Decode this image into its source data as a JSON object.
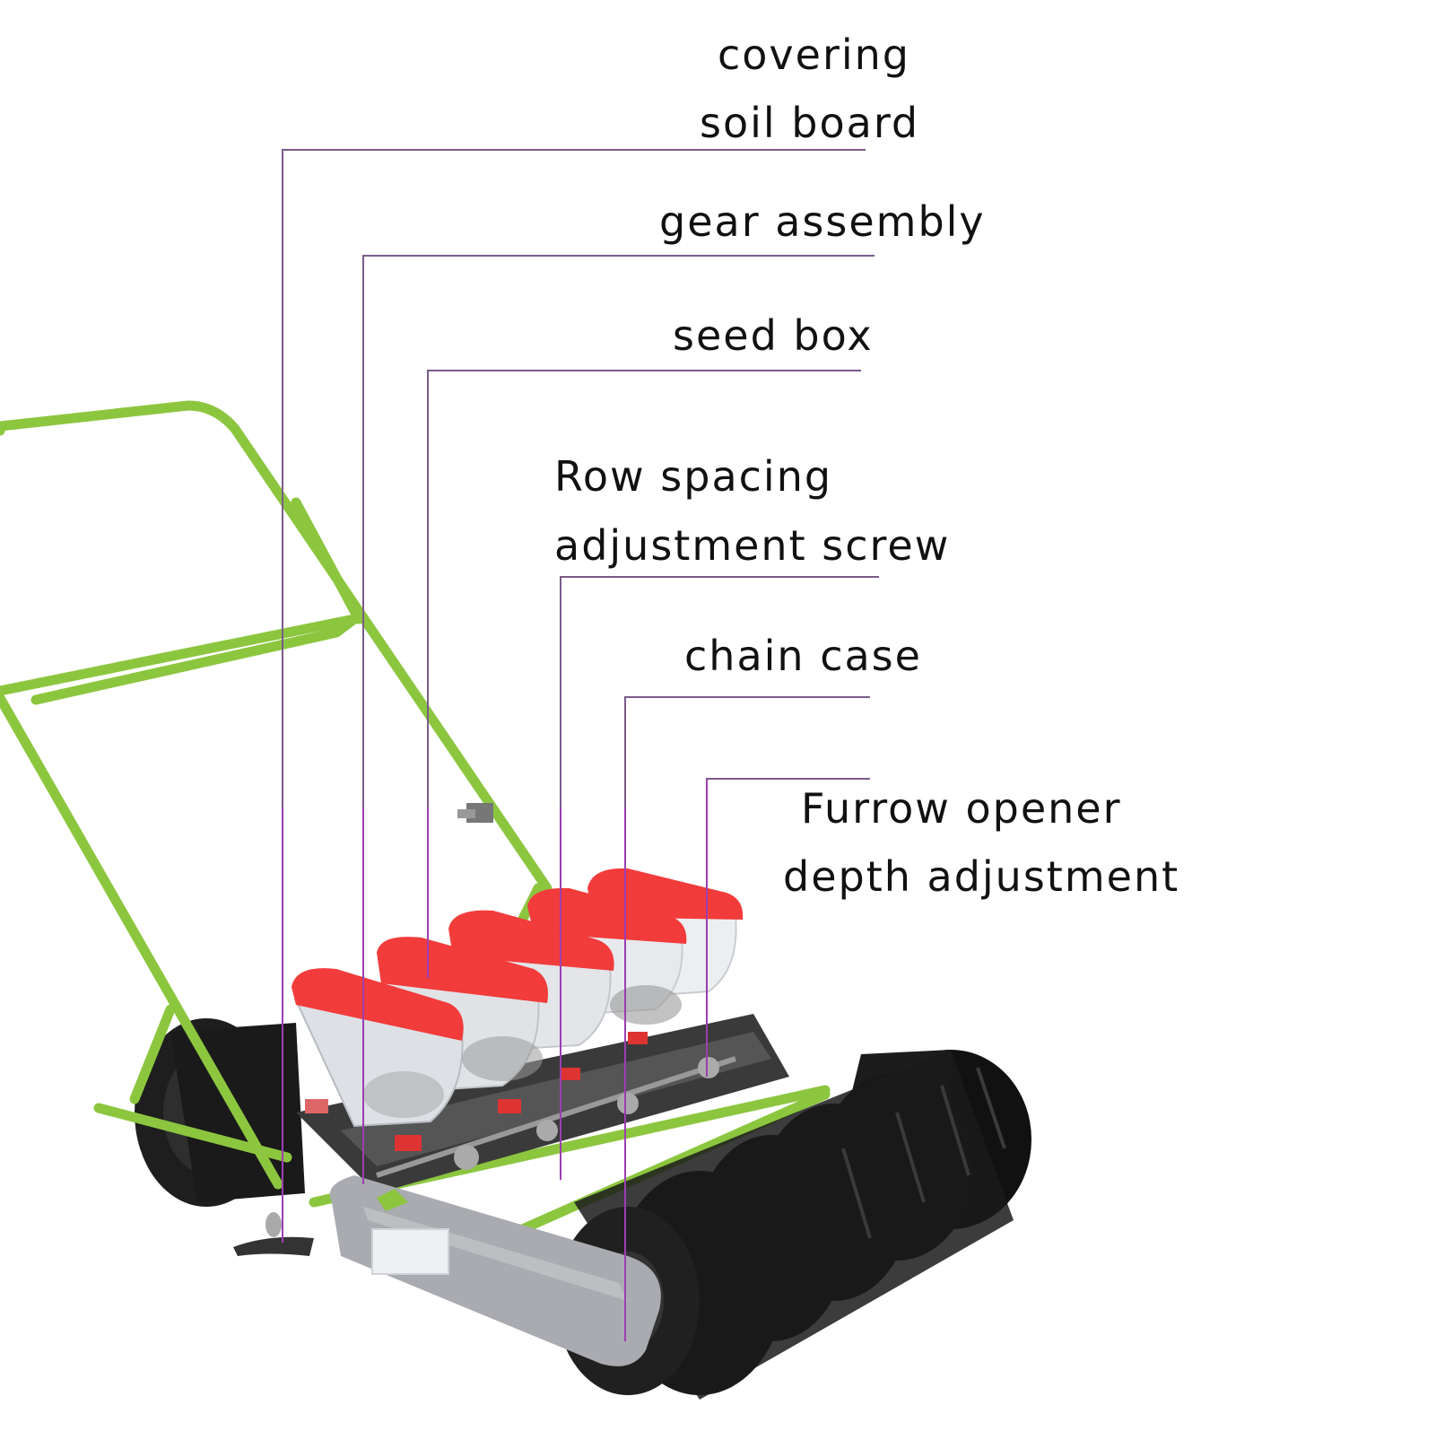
{
  "labels": {
    "covering_soil_board": [
      "covering",
      "soil board"
    ],
    "gear_assembly": [
      "gear assembly"
    ],
    "seed_box": [
      "seed box"
    ],
    "row_spacing_screw": [
      "Row spacing",
      "adjustment screw"
    ],
    "chain_case": [
      "chain case"
    ],
    "furrow_opener_depth": [
      "Furrow opener",
      "depth adjustment"
    ]
  },
  "colors": {
    "leader_line": "#9b3fb2",
    "frame_green": "#8cc63f",
    "lid_red": "#f23b3b",
    "wheel_black": "#1a1a1a",
    "chain_case_gray": "#a9abb0",
    "hopper_clear": "#e4e6ea"
  }
}
